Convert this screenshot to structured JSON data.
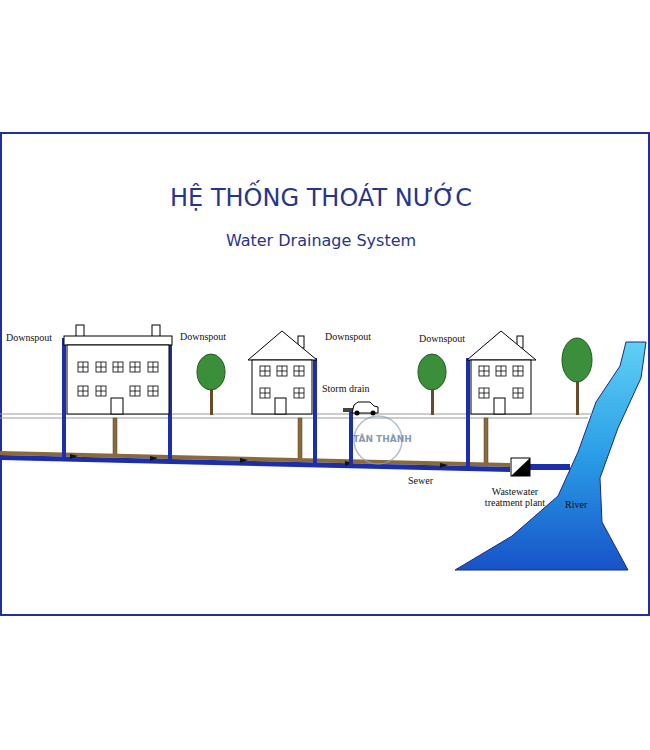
{
  "diagram": {
    "title": "HỆ THỐNG THOÁT NƯỚC",
    "caption": "Water Drainage System",
    "labels": [
      "Downspout",
      "Downspout",
      "Downspout",
      "Downspout",
      "Storm drain",
      "Sewer",
      "Wastewater treatment plant",
      "River",
      "TÂN THÀNH"
    ]
  }
}
